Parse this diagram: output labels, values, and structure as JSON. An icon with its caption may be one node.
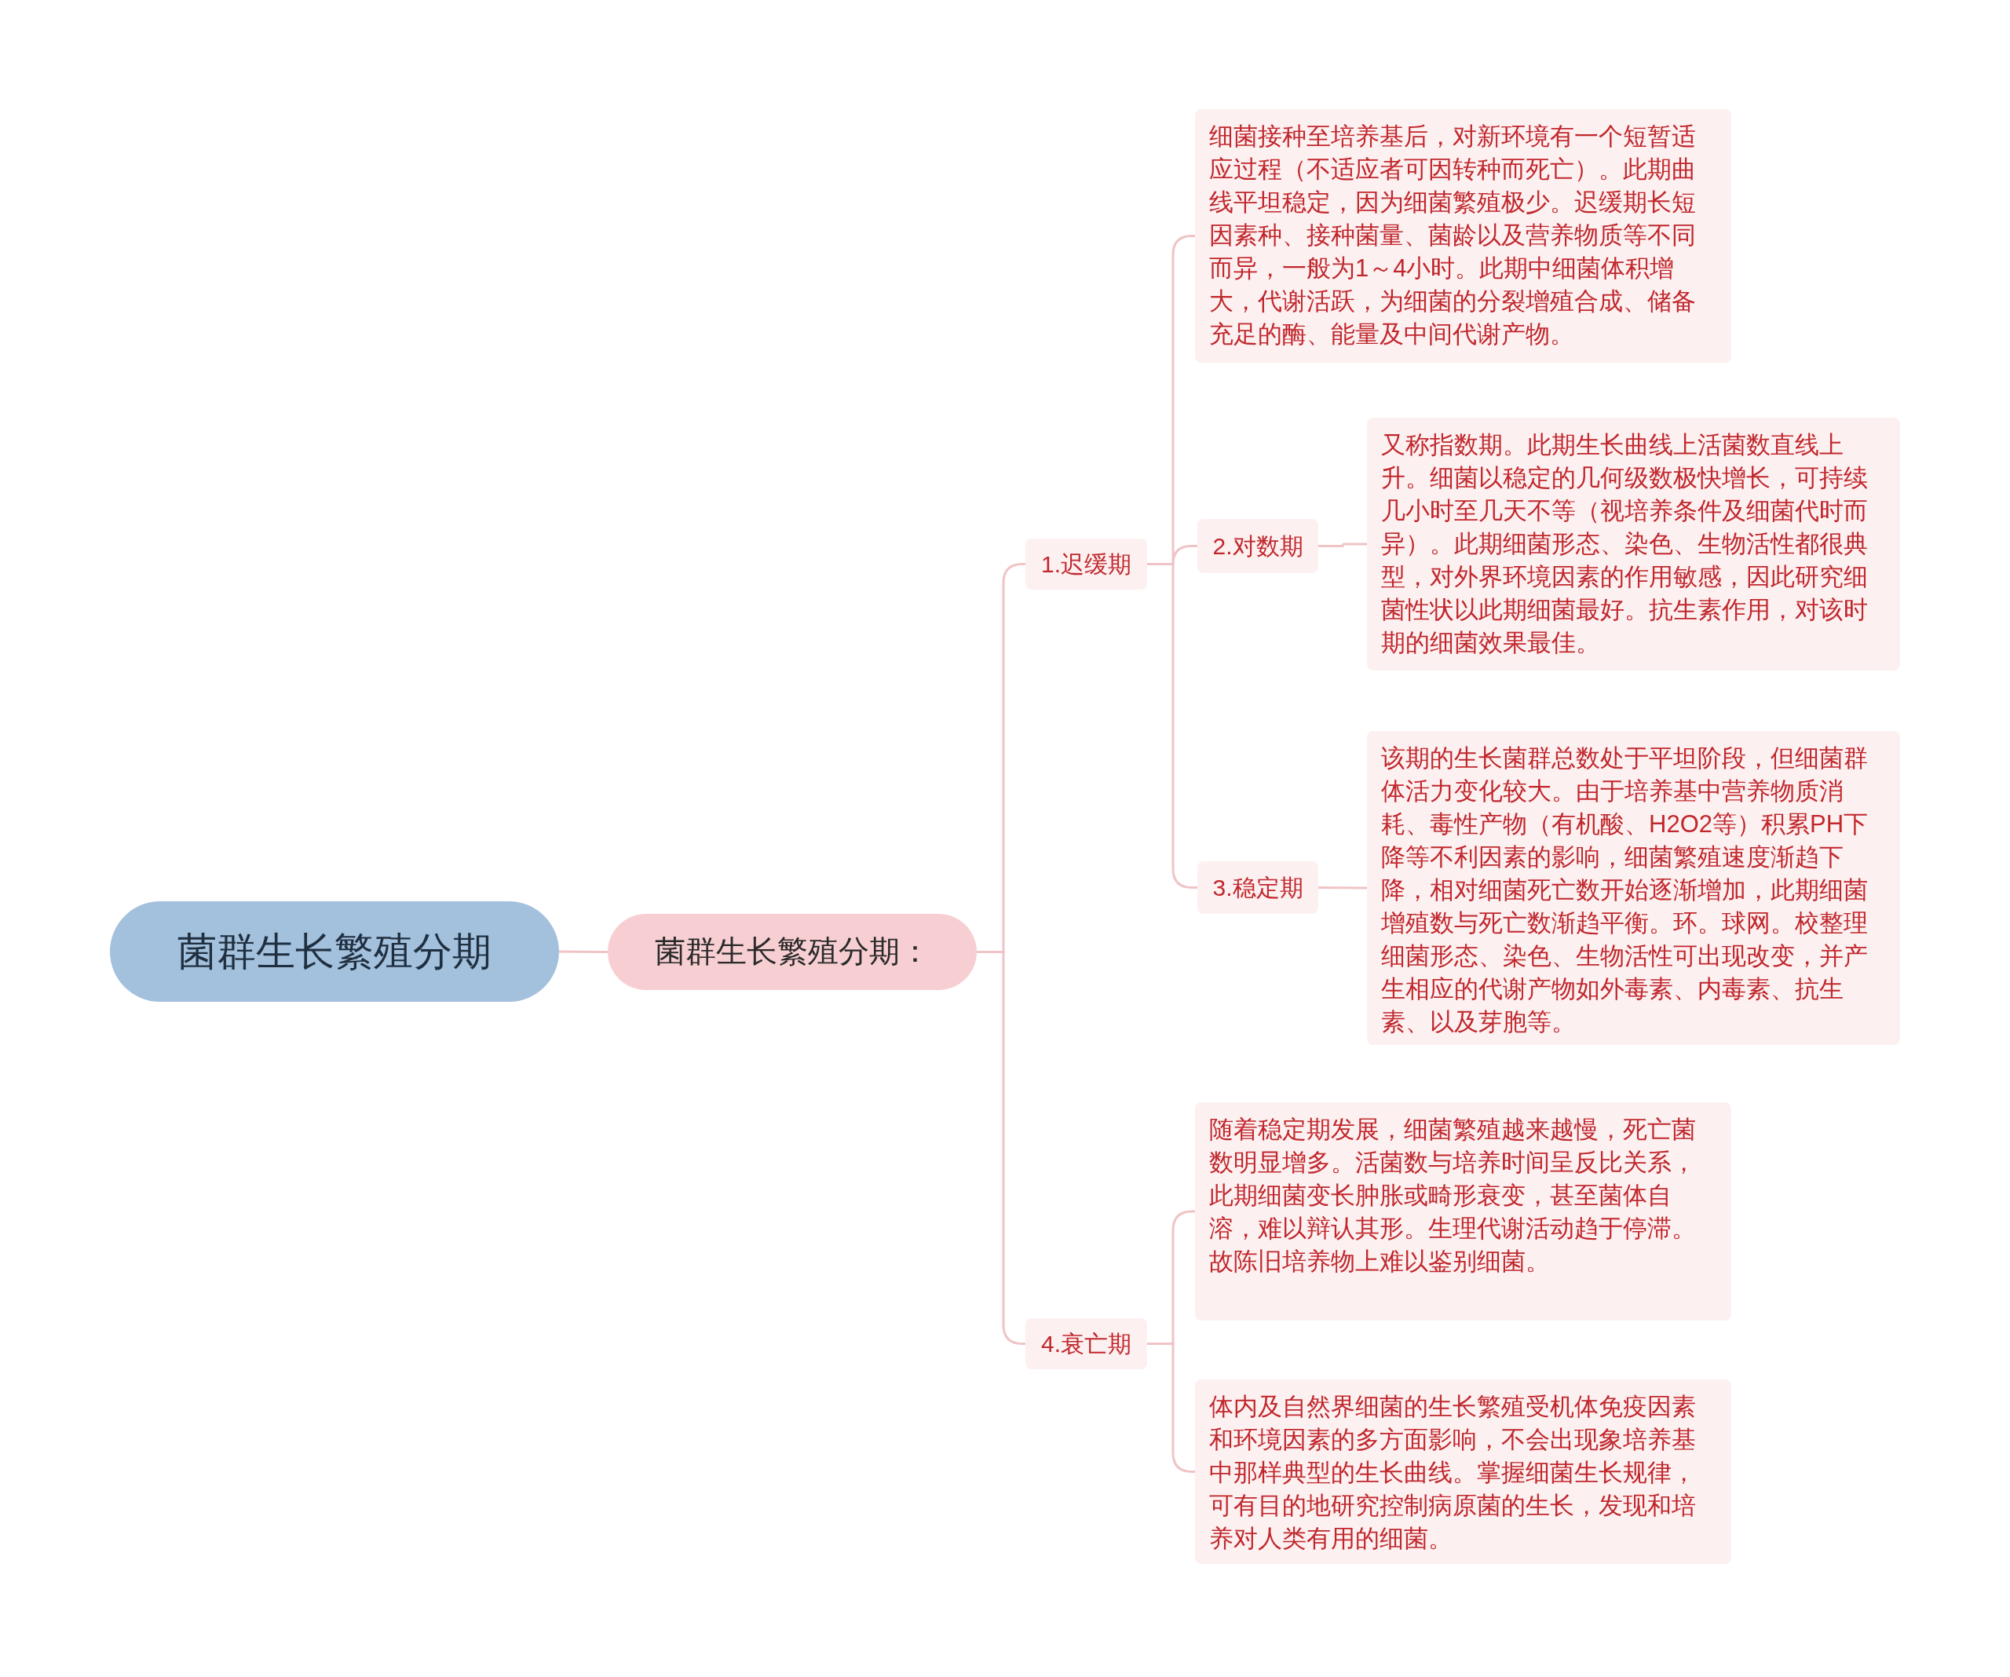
{
  "diagram": {
    "nodes": [
      {
        "text": [
          "菌群生长繁殖分期"
        ]
      },
      {
        "text": [
          "菌群生长繁殖分期："
        ]
      },
      {
        "text": [
          "1.迟缓期"
        ]
      },
      {
        "text": [
          "细菌接种至培养基后，对新环境有一个短暂适应过程（不适应者可因转种而死亡）。此期曲线平坦稳定，因为细菌繁殖极少。迟缓期长短因素种、接种菌量、菌龄以及营养物质等不同而异，一般为1～4小时。此期中细菌体积增大，代谢活跃，为细菌的分裂增殖合成、储备充足的酶、能量及中间代谢产物。"
        ]
      },
      {
        "text": [
          "2.对数期"
        ]
      },
      {
        "text": [
          "又称指数期。此期生长曲线上活菌数直线上升。细菌以稳定的几何级数极快增长，可持续几小时至几天不等（视培养条件及细菌代时而异）。此期细菌形态、染色、生物活性都很典型，对外界环境因素的作用敏感，因此研究细菌性状以此期细菌最好。抗生素作用，对该时期的细菌效果最佳。"
        ]
      },
      {
        "text": [
          "3.稳定期"
        ]
      },
      {
        "text": [
          "该期的生长菌群总数处于平坦阶段，但细菌群体活力变化较大。由于培养基中营养物质消耗、毒性产物（有机酸、H2O2等）积累PH下降等不利因素的影响，细菌繁殖速度渐趋下降，相对细菌死亡数开始逐渐增加，此期细菌增殖数与死亡数渐趋平衡。环。球网。校整理细菌形态、染色、生物活性可出现改变，并产生相应的代谢产物如外毒素、内毒素、抗生素、以及芽胞等。"
        ]
      },
      {
        "text": [
          "4.衰亡期"
        ]
      },
      {
        "text": [
          "随着稳定期发展，细菌繁殖越来越慢，死亡菌数明显增多。活菌数与培养时间呈反比关系，此期细菌变长肿胀或畸形衰变，甚至菌体自溶，难以辩认其形。生理代谢活动趋于停滞。故陈旧培养物上难以鉴别细菌。"
        ]
      },
      {
        "text": [
          "体内及自然界细菌的生长繁殖受机体免疫因素和环境因素的多方面影响，不会出现象培养基中那样典型的生长曲线。掌握细菌生长规律，可有目的地研究控制病原菌的生长，发现和培养对人类有用的细菌。"
        ]
      }
    ],
    "edges": [
      {
        "from": 0,
        "to": 1,
        "arrow": "none"
      },
      {
        "from": 1,
        "to": 2,
        "arrow": "none"
      },
      {
        "from": 1,
        "to": 8,
        "arrow": "none"
      },
      {
        "from": 2,
        "to": 3,
        "arrow": "none"
      },
      {
        "from": 2,
        "to": 4,
        "arrow": "none"
      },
      {
        "from": 2,
        "to": 6,
        "arrow": "none"
      },
      {
        "from": 4,
        "to": 5,
        "arrow": "none"
      },
      {
        "from": 6,
        "to": 7,
        "arrow": "none"
      },
      {
        "from": 8,
        "to": 9,
        "arrow": "none"
      },
      {
        "from": 8,
        "to": 10,
        "arrow": "none"
      }
    ]
  }
}
